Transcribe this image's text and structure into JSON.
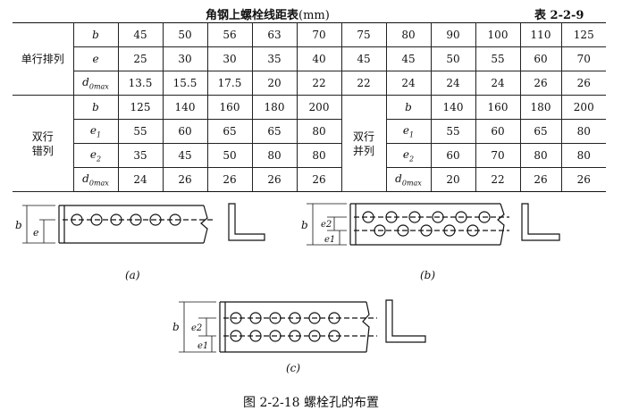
{
  "title": {
    "main": "角钢上螺栓线距表",
    "unit": "(mm)",
    "number": "表 2-2-9"
  },
  "single_row": {
    "label": "单行排列",
    "rows": [
      {
        "sym": "b",
        "values": [
          "45",
          "50",
          "56",
          "63",
          "70",
          "75",
          "80",
          "90",
          "100",
          "110",
          "125"
        ]
      },
      {
        "sym": "e",
        "values": [
          "25",
          "30",
          "30",
          "35",
          "40",
          "45",
          "45",
          "50",
          "55",
          "60",
          "70"
        ]
      },
      {
        "sym": "d0max",
        "values": [
          "13.5",
          "15.5",
          "17.5",
          "20",
          "22",
          "22",
          "24",
          "24",
          "24",
          "26",
          "26"
        ]
      }
    ]
  },
  "staggered": {
    "label_line1": "双行",
    "label_line2": "错列",
    "rows": [
      {
        "sym": "b",
        "values": [
          "125",
          "140",
          "160",
          "180",
          "200"
        ]
      },
      {
        "sym": "e1",
        "values": [
          "55",
          "60",
          "65",
          "65",
          "80"
        ]
      },
      {
        "sym": "e2",
        "values": [
          "35",
          "45",
          "50",
          "80",
          "80"
        ]
      },
      {
        "sym": "d0max",
        "values": [
          "24",
          "26",
          "26",
          "26",
          "26"
        ]
      }
    ]
  },
  "parallel": {
    "label_line1": "双行",
    "label_line2": "并列",
    "rows": [
      {
        "sym": "b",
        "values": [
          "140",
          "160",
          "180",
          "200"
        ]
      },
      {
        "sym": "e1",
        "values": [
          "55",
          "60",
          "65",
          "80"
        ]
      },
      {
        "sym": "e2",
        "values": [
          "60",
          "70",
          "80",
          "80"
        ]
      },
      {
        "sym": "d0max",
        "values": [
          "20",
          "22",
          "26",
          "26"
        ]
      }
    ]
  },
  "figure": {
    "labels": {
      "a": "(a)",
      "b": "(b)",
      "c": "(c)"
    },
    "dims": {
      "b": "b",
      "e": "e",
      "e1": "e1",
      "e2": "e2"
    },
    "caption": "图 2-2-18   螺栓孔的布置"
  }
}
